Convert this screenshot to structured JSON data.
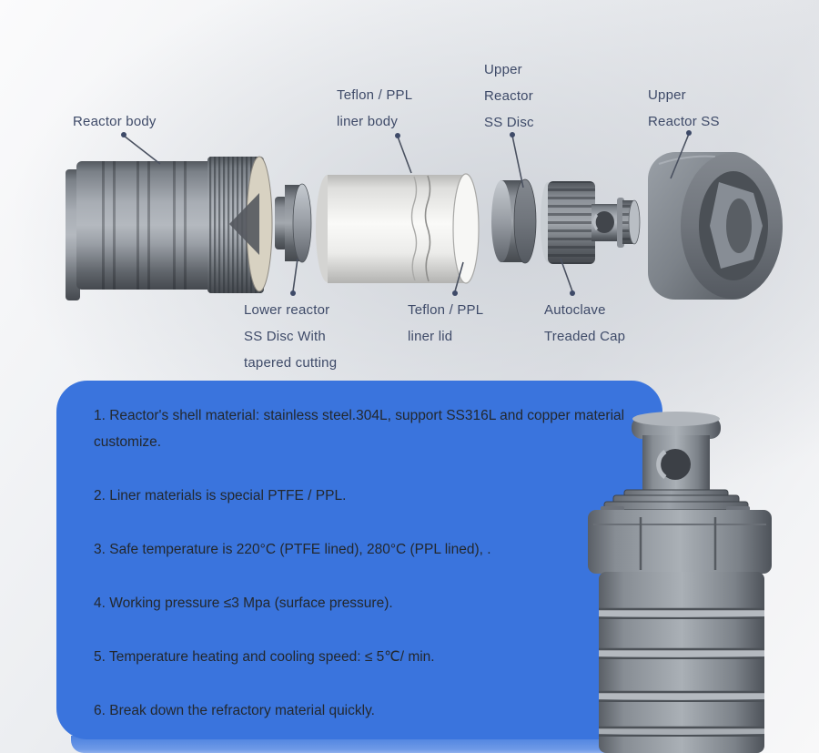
{
  "colors": {
    "panel_blue": "#3a74dd",
    "panel_shadow_blue": "#6f9ae7",
    "label_text": "#3e4a68",
    "spec_text": "#23282e",
    "leader_line": "#4a5160",
    "metal_gray": "#9aa0a6",
    "liner_white": "#f7f7f5"
  },
  "diagram": {
    "labels": [
      {
        "name": "reactor-body",
        "lines": [
          "Reactor body"
        ]
      },
      {
        "name": "teflon-ppl-liner-body",
        "lines": [
          "Teflon / PPL",
          "liner body"
        ]
      },
      {
        "name": "upper-reactor-ss-disc",
        "lines": [
          "Upper",
          "Reactor",
          "SS Disc"
        ]
      },
      {
        "name": "upper-reactor-ss",
        "lines": [
          "Upper",
          "Reactor SS"
        ]
      },
      {
        "name": "lower-reactor-ss-disc",
        "lines": [
          "Lower reactor",
          "SS Disc With",
          "tapered cutting"
        ]
      },
      {
        "name": "teflon-ppl-liner-lid",
        "lines": [
          "Teflon / PPL",
          "liner lid"
        ]
      },
      {
        "name": "autoclave-treaded-cap",
        "lines": [
          "Autoclave",
          "Treaded Cap"
        ]
      }
    ]
  },
  "specs": {
    "items": [
      {
        "text": "1. Reactor's shell material: stainless steel.304L, support SS316L and copper material customize."
      },
      {
        "text": "2.  Liner materials is special PTFE / PPL."
      },
      {
        "text": "3. Safe temperature is 220°C (PTFE lined), 280°C (PPL lined), ."
      },
      {
        "text": "4. Working pressure ≤3 Mpa (surface pressure)."
      },
      {
        "text": "5. Temperature heating and cooling speed: ≤ 5℃/ min."
      },
      {
        "text": "6. Break down the refractory material quickly."
      }
    ]
  }
}
